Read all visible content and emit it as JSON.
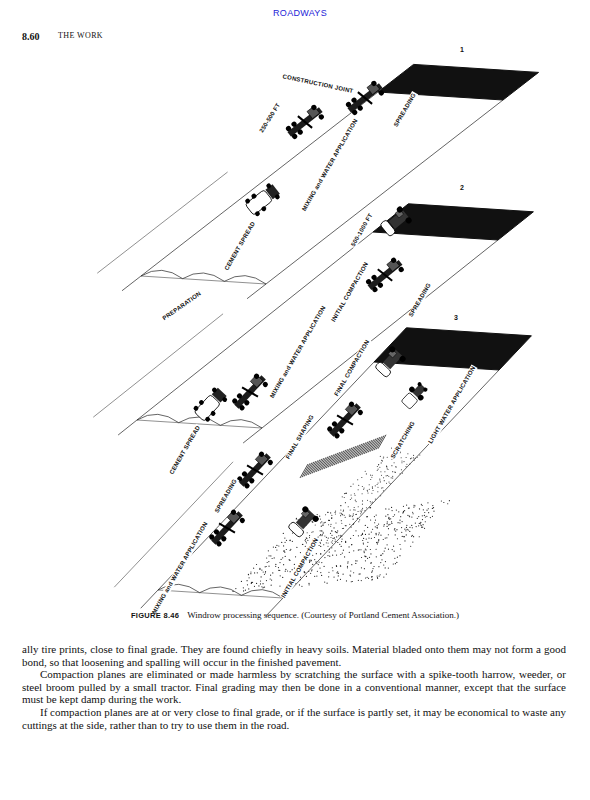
{
  "diagram": {
    "caption": "Windrow processing sequence. (Courtesy of Portland Cement Association.)",
    "labels": [
      "ROADWAYS",
      "8.60",
      "THE WORK",
      "CONSTRUCTION JOINT",
      "1",
      "250-500 FT",
      "MIXING and WATER APPLICATION",
      "SPREADING",
      "500-1000 FT",
      "2",
      "INITIAL COMPACTION",
      "CEMENT SPREAD",
      "PREPARATION",
      "SPREADING",
      "3",
      "FINAL COMPACTION",
      "MIXING and WATER APPLICATION",
      "CEMENT SPREAD",
      "FINAL SHAPING",
      "SCRATCHING",
      "LIGHT WATER APPLICATION",
      "SPREADING",
      "MIXING and WATER APPLICATION",
      "INITIAL COMPACTION",
      "FIGURE 8.46",
      "ally tire prints, close to final grade. They are found chiefly in heavy soils. Material bladed onto them may not form a good bond, so that loosening and spalling will occur in the finished pavement.",
      "Compaction planes are eliminated or made harmless by scratching the surface with a spike-tooth harrow, weeder, or steel broom pulled by a small tractor. Final grading may then be done in a conventional manner, except that the surface must be kept damp during the work.",
      "If compaction planes are at or very close to final grade, or if the surface is partly set, it may be economical to waste any cuttings at the side, rather than to try to use them in the road."
    ]
  }
}
